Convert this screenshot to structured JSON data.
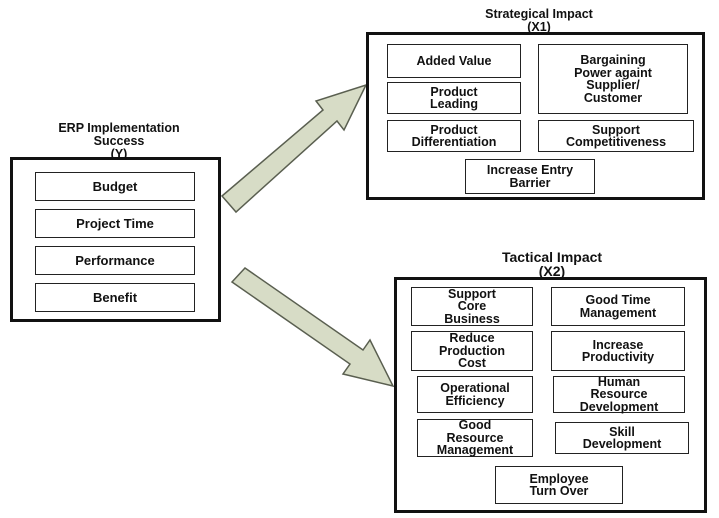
{
  "erp": {
    "title": "ERP Implementation\nSuccess\n(Y)",
    "items": [
      "Budget",
      "Project Time",
      "Performance",
      "Benefit"
    ]
  },
  "strategic": {
    "title": "Strategical Impact\n(X1)",
    "items": [
      "Added Value",
      "Product\nLeading",
      "Product\nDifferentiation",
      "Bargaining\nPower againt\nSupplier/\nCustomer",
      "Support\nCompetitiveness",
      "Increase Entry\nBarrier"
    ]
  },
  "tactical": {
    "title": "Tactical Impact\n(X2)",
    "items": [
      "Support\nCore\nBusiness",
      "Reduce\nProduction\nCost",
      "Operational\nEfficiency",
      "Good\nResource\nManagement",
      "Good Time\nManagement",
      "Increase\nProductivity",
      "Human\nResource\nDevelopment",
      "Skill\nDevelopment",
      "Employee\nTurn Over"
    ]
  },
  "colors": {
    "arrow_fill": "#d7dcc6",
    "arrow_stroke": "#5a5f50",
    "border": "#111111"
  }
}
